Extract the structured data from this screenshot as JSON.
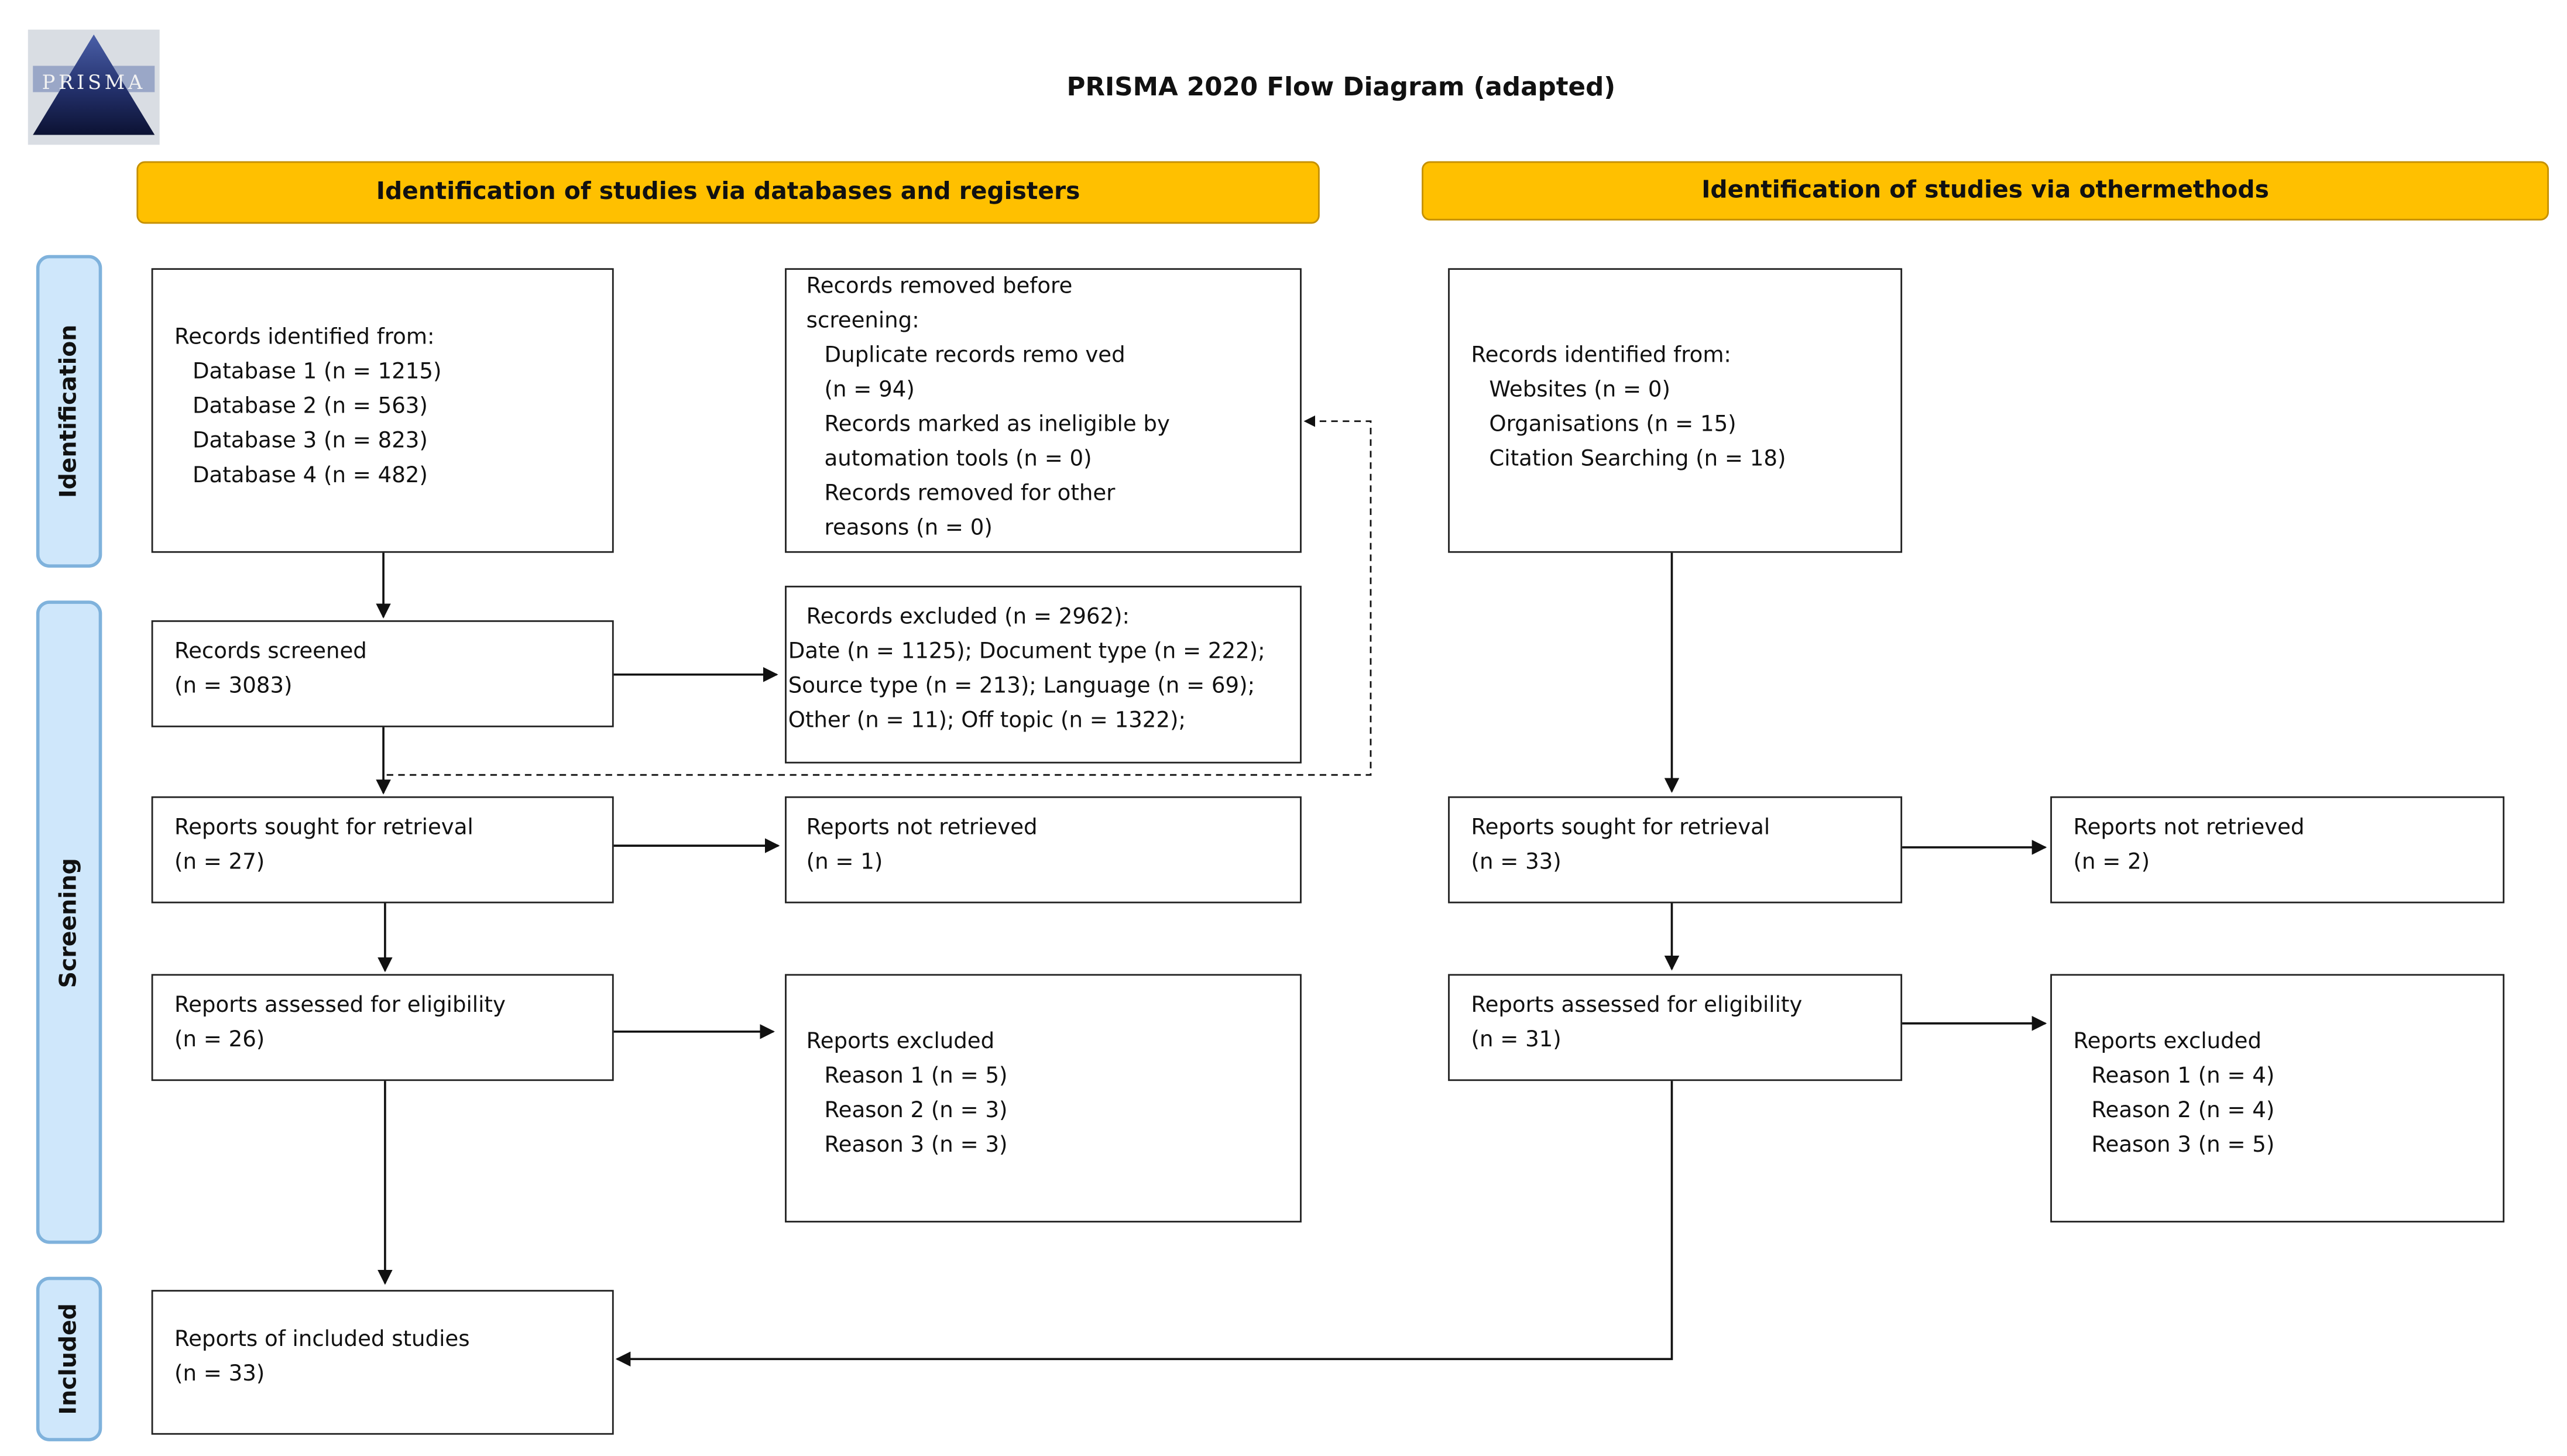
{
  "header": {
    "logo_text": "PRISMA",
    "title": "PRISMA 2020 Flow Diagram (adapted)"
  },
  "bands": {
    "left": "Identification of studies via databases and registers",
    "right": "Identification of studies via othermethods"
  },
  "stages": {
    "identification": "Identification",
    "screening": "Screening",
    "included": "Included"
  },
  "db": {
    "identified": {
      "heading": "Records identified from:",
      "items": [
        "Database 1  (n = 1215)",
        "Database 2  (n = 563)",
        "Database 3  (n = 823)",
        "Database 4  (n = 482)"
      ]
    },
    "removed": {
      "lines": [
        "Records removed before",
        "screening:"
      ],
      "items": [
        "Duplicate records remo ved",
        "(n = 94)",
        "Records marked as ineligible by",
        "automation tools  (n = 0)",
        "Records removed for other",
        "reasons  (n = 0)"
      ]
    },
    "screened": {
      "label": "Records screened",
      "n": "(n = 3083)"
    },
    "excluded": {
      "heading": "Records  excluded  (n = 2962):",
      "lines": [
        "Date  (n = 1125); Document  type  (n = 222);",
        "Source type  (n = 213); Language  (n = 69);",
        "Other  (n = 11); Off topic  (n = 1322);"
      ]
    },
    "sought": {
      "label": "Reports sought for retrieval",
      "n": "(n = 27)"
    },
    "not_retrieved": {
      "label": "Reports  not retrieved",
      "n": "(n = 1)"
    },
    "assessed": {
      "label": "Reports assessed for eligibility",
      "n": "(n = 26)"
    },
    "reports_excluded": {
      "heading": "Reports excluded",
      "items": [
        "Reason 1  (n = 5)",
        "Reason 2  (n = 3)",
        "Reason 3  (n = 3)"
      ]
    },
    "included": {
      "label": "Reports  of included  studies",
      "n": "(n = 33)"
    }
  },
  "other": {
    "identified": {
      "heading": "Records identified from:",
      "items": [
        "Websites  (n = 0)",
        "Organisations  (n = 15)",
        "Citation Searching   (n = 18)"
      ]
    },
    "sought": {
      "label": "Reports sought   for retrieval",
      "n": "(n = 33)"
    },
    "not_retrieved": {
      "label": "Reports  not retrieved",
      "n": "(n = 2)"
    },
    "assessed": {
      "label": "Reports assessed for eligibility",
      "n": "(n = 31)"
    },
    "reports_excluded": {
      "heading": "Reports  excluded",
      "items": [
        "Reason 1  (n = 4)",
        "Reason 2  (n = 4)",
        "Reason 3  (n = 5)"
      ]
    }
  }
}
